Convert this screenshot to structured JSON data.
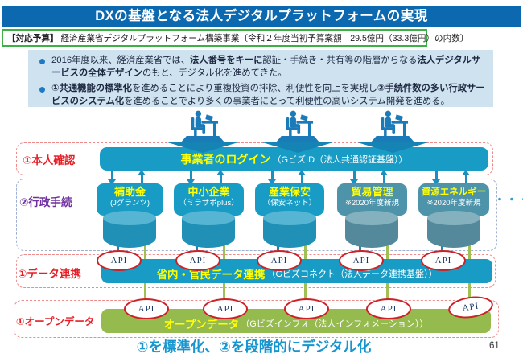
{
  "slide": {
    "title": "DXの基盤となる法人デジタルプラットフォームの実現",
    "budget_tag": "【対応予算】",
    "budget_text": "経済産業省デジタルプラットフォーム構築事業〔令和２年度当初予算案額　29.5億円（33.3億円）の内数〕",
    "footer_message": "①を標準化、②を段階的にデジタル化",
    "page_number": "61"
  },
  "summary": {
    "bullet1": {
      "t1": "2016年度以来、経済産業省では、",
      "b1": "法人番号をキーに",
      "t2": "認証・手続き・共有等の階層からなる",
      "b2": "法人デジタルサービスの全体デザイン",
      "t3": "のもと、デジタル化を進めてきた。"
    },
    "bullet2": {
      "b1": "①共通機能の標準化",
      "t1": "を進めることにより重複投資の排除、利便性を向上を実現し",
      "b2": "②手続件数の多い行政サービスのシステム化",
      "t2": "を進めることでより多くの事業者にとって利便性の高いシステム開発を進める。"
    }
  },
  "diagram": {
    "identity_row": {
      "label": "①本人確認",
      "bar_title": "事業者のログイン",
      "bar_subtitle": "（GビズID（法人共通認証基盤））"
    },
    "procedure_row": {
      "label": "②行政手続",
      "ellipsis": "・・・",
      "services": [
        {
          "title": "補助金",
          "subtitle": "(Jグランツ)"
        },
        {
          "title": "中小企業",
          "subtitle": "（ミラサポplus）"
        },
        {
          "title": "産業保安",
          "subtitle": "（保安ネット）"
        },
        {
          "title": "貿易管理",
          "subtitle": "※2020年度新規"
        },
        {
          "title": "資源エネルギー",
          "subtitle": "※2020年度新規"
        }
      ]
    },
    "data_link_row": {
      "label": "①データ連携",
      "bar_title": "省内・官民データ連携",
      "bar_subtitle": "（Gビズコネクト（法人データ連携基盤））"
    },
    "open_data_row": {
      "label": "①オープンデータ",
      "bar_title": "オープンデータ",
      "bar_subtitle": "（Gビズインフォ（法人インフォメーション））"
    },
    "api_label": "API"
  },
  "colors": {
    "header_blue": "#0c69b0",
    "summary_panel_blue": "#cfe2f0",
    "teal": "#189cc5",
    "muted_teal": "#4d93a9",
    "olive_green": "#95ba4e",
    "accent_red": "#e61e25",
    "purple_label": "#7030a0",
    "highlight_yellow": "#ffff00",
    "api_ring_red": "#cc2127",
    "footer_blue": "#1795ce",
    "budget_green": "#3cb044"
  }
}
